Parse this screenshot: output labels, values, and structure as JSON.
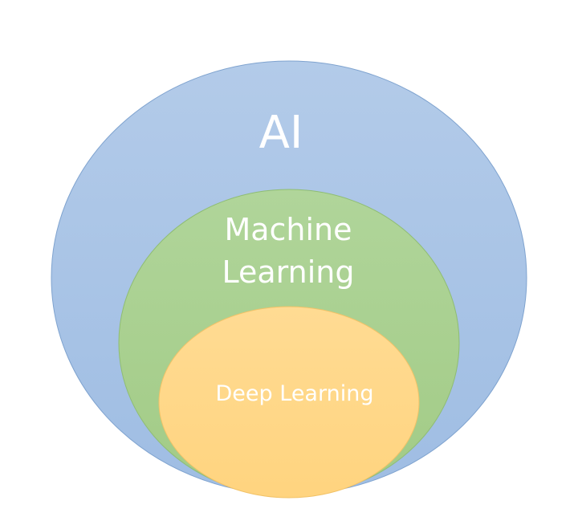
{
  "diagram": {
    "circles": [
      {
        "id": "ai",
        "label_lines": [
          "AI"
        ],
        "fill": "#a9c4e6",
        "stroke": "#7fa3cf"
      },
      {
        "id": "machine-learning",
        "label_lines": [
          "Machine",
          "Learning"
        ],
        "fill": "#a9d18e",
        "stroke": "#8fbd73"
      },
      {
        "id": "deep-learning",
        "label_lines": [
          "Deep Learning"
        ],
        "fill": "#ffd88c",
        "stroke": "#f2c267"
      }
    ],
    "label_color": "#ffffff",
    "background": "#ffffff"
  }
}
